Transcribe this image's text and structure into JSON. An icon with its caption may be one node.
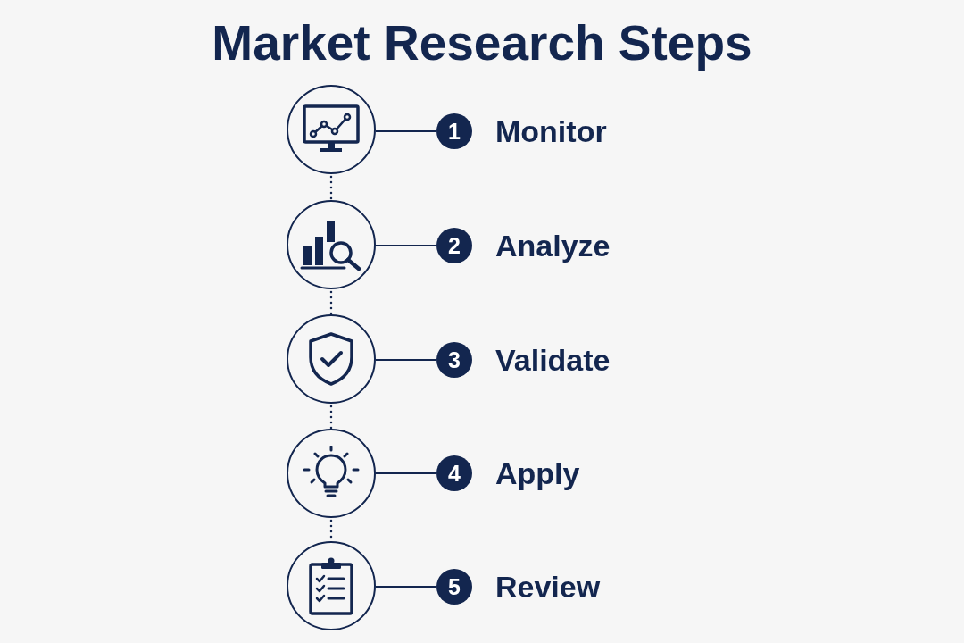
{
  "diagram": {
    "title": "Market Research Steps",
    "nodes": [
      {
        "text": [],
        "shape": "circle"
      },
      {
        "text": [
          "1"
        ],
        "beside": [
          "Monitor"
        ]
      },
      {
        "text": [],
        "shape": "circle"
      },
      {
        "text": [
          "2"
        ],
        "beside": [
          "Analyze"
        ]
      },
      {
        "text": [],
        "shape": "circle"
      },
      {
        "text": [
          "3"
        ],
        "beside": [
          "Validate"
        ]
      },
      {
        "text": [],
        "shape": "circle"
      },
      {
        "text": [
          "4"
        ],
        "beside": [
          "Apply"
        ]
      },
      {
        "text": [],
        "shape": "circle"
      },
      {
        "text": [
          "5"
        ],
        "beside": [
          "Review"
        ]
      }
    ],
    "edges": [
      {
        "from": 0,
        "to": 1,
        "arrow": "none"
      },
      {
        "from": 0,
        "to": 2,
        "arrow": "none",
        "style": "dashed"
      },
      {
        "from": 2,
        "to": 3,
        "arrow": "none"
      },
      {
        "from": 2,
        "to": 4,
        "arrow": "none",
        "style": "dashed"
      },
      {
        "from": 4,
        "to": 5,
        "arrow": "none"
      },
      {
        "from": 4,
        "to": 6,
        "arrow": "none",
        "style": "dashed"
      },
      {
        "from": 6,
        "to": 7,
        "arrow": "none"
      },
      {
        "from": 6,
        "to": 8,
        "arrow": "none",
        "style": "dashed"
      },
      {
        "from": 8,
        "to": 9,
        "arrow": "none"
      }
    ]
  }
}
